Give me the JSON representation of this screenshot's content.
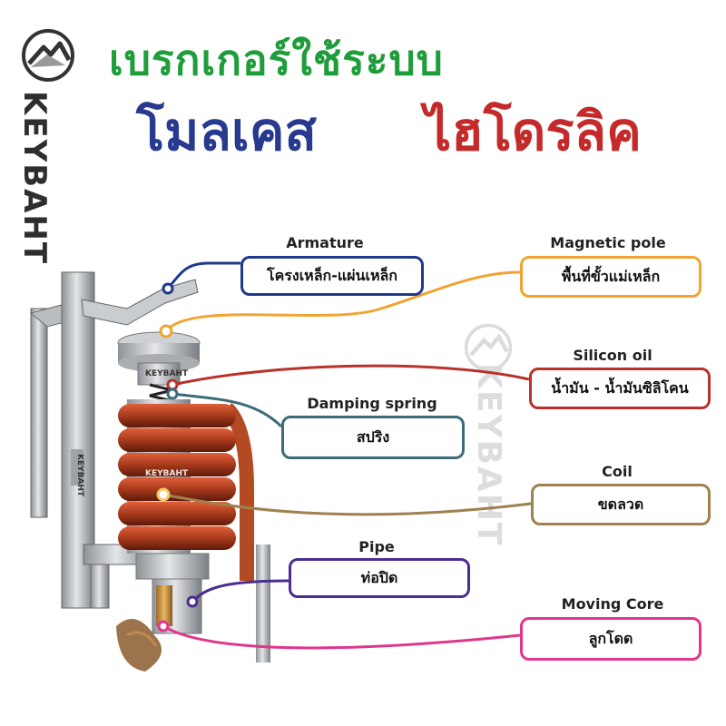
{
  "header": {
    "line1": "เบรกเกอร์ใช้ระบบ",
    "line2a": "โมลเคส",
    "line2b": "ไฮโดรลิค"
  },
  "brand": {
    "name": "KEYBAHT",
    "watermark": "KEYBAHT",
    "device_text_1": "KEYBAHT",
    "device_text_2": "KEYBAHT",
    "device_text_3": "KEYBAHT"
  },
  "parts": [
    {
      "en": "Armature",
      "th": "โครงเหล็ก-แผ่นเหล็ก",
      "color": "#1f3a8a"
    },
    {
      "en": "Magnetic pole",
      "th": "พื้นที่ขั้วแม่เหล็ก",
      "color": "#f0a431"
    },
    {
      "en": "Silicon oil",
      "th": "น้ำมัน - น้ำมันซิลิโคน",
      "color": "#b8322b"
    },
    {
      "en": "Damping spring",
      "th": "สปริง",
      "color": "#3d6b78"
    },
    {
      "en": "Coil",
      "th": "ขดลวด",
      "color": "#a0804f"
    },
    {
      "en": "Pipe",
      "th": "ท่อปิด",
      "color": "#4b2c91"
    },
    {
      "en": "Moving Core",
      "th": "ลูกโดด",
      "color": "#e0368c"
    }
  ]
}
